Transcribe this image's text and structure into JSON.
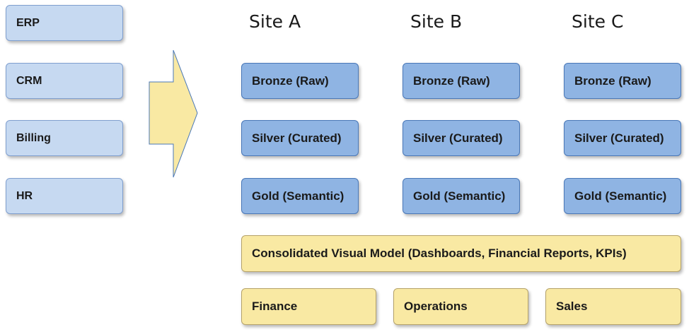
{
  "sources": [
    "ERP",
    "CRM",
    "Billing",
    "HR"
  ],
  "sites": [
    {
      "title": "Site A",
      "layers": [
        "Bronze (Raw)",
        "Silver (Curated)",
        "Gold (Semantic)"
      ]
    },
    {
      "title": "Site B",
      "layers": [
        "Bronze (Raw)",
        "Silver (Curated)",
        "Gold (Semantic)"
      ]
    },
    {
      "title": "Site C",
      "layers": [
        "Bronze (Raw)",
        "Silver (Curated)",
        "Gold (Semantic)"
      ]
    }
  ],
  "consolidated": "Consolidated Visual Model (Dashboards, Financial Reports, KPIs)",
  "consumers": [
    "Finance",
    "Operations",
    "Sales"
  ],
  "colors": {
    "source_fill": "#c6d9f1",
    "layer_fill": "#8fb4e3",
    "yellow_fill": "#f9e9a3",
    "arrow_fill": "#f9e9a3"
  }
}
